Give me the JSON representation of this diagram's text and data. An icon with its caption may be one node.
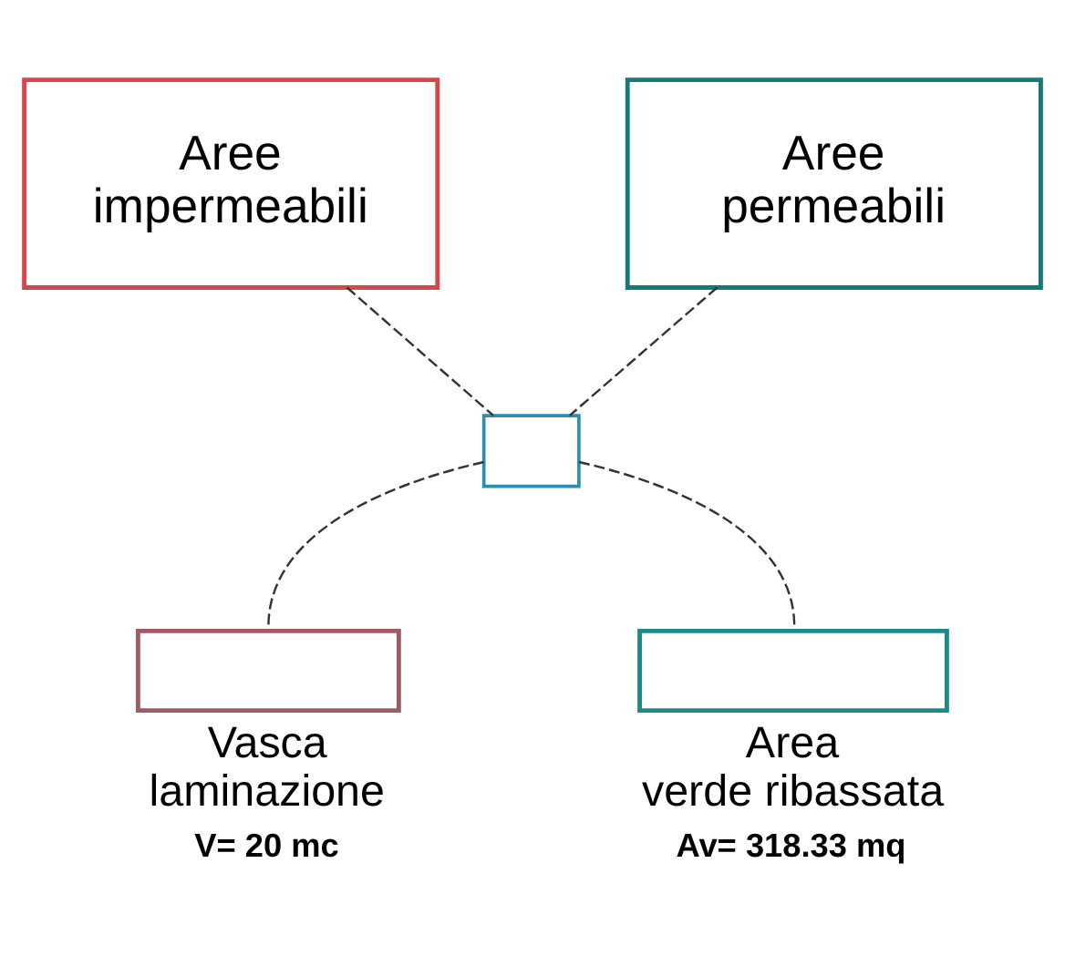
{
  "diagram": {
    "nodes": [
      {
        "text": [
          "Aree impermeabili"
        ]
      },
      {
        "text": [
          "Aree permeabili"
        ]
      },
      {
        "text": [],
        "shape": "box"
      },
      {
        "text": [
          "Vasca laminazione"
        ],
        "beside": [
          "V= 20 mc"
        ]
      },
      {
        "text": [
          "Area verde ribassata"
        ],
        "beside": [
          "Av= 318.33 mq"
        ]
      }
    ],
    "edges": [
      {
        "from": 0,
        "to": 2,
        "arrow": "none"
      },
      {
        "from": 1,
        "to": 2,
        "arrow": "none"
      },
      {
        "from": 2,
        "to": 3,
        "arrow": "none"
      },
      {
        "from": 2,
        "to": 4,
        "arrow": "none"
      }
    ]
  }
}
